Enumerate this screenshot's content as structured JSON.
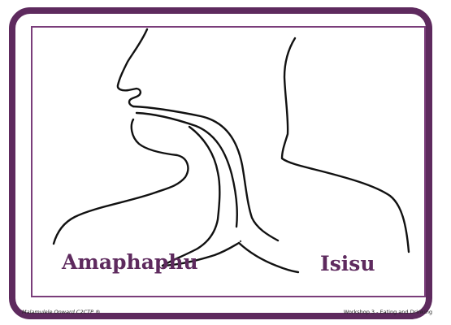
{
  "labels": {
    "lungs": "Amaphaphu",
    "stomach": "Isisu"
  },
  "footer": {
    "left": "Malamulele Onward C2CTP ®",
    "right": "Workshop 3 - Eating and Drinking"
  },
  "colors": {
    "frame": "#5e2a5e",
    "label": "#5e2a5e",
    "line": "#111111"
  }
}
